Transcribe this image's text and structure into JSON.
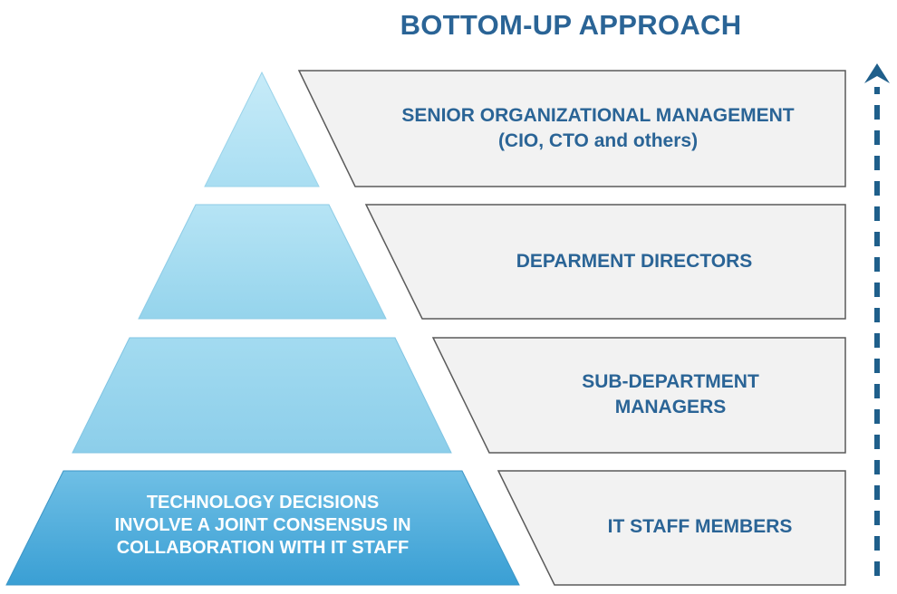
{
  "title": "BOTTOM-UP APPROACH",
  "levels": [
    {
      "lines": [
        "SENIOR ORGANIZATIONAL MANAGEMENT",
        "(CIO, CTO and others)"
      ]
    },
    {
      "lines": [
        "DEPARMENT DIRECTORS"
      ]
    },
    {
      "lines": [
        "SUB-DEPARTMENT",
        "MANAGERS"
      ]
    },
    {
      "lines": [
        "IT STAFF MEMBERS"
      ]
    }
  ],
  "base_note": {
    "lines": [
      "TECHNOLOGY DECISIONS",
      "INVOLVE A JOINT CONSENSUS IN",
      "COLLABORATION WITH IT STAFF"
    ]
  },
  "arrow": {
    "direction": "up",
    "style": "dashed"
  },
  "colors": {
    "title": "#2a6496",
    "label_text": "#2a6496",
    "band_fill": "#f2f2f2",
    "band_stroke": "#5a5a5a",
    "tier_top": "#ade0f2",
    "tier_upper": "#9cd8ee",
    "tier_middle": "#8fd0ea",
    "tier_base": "#45a8d8",
    "arrow": "#1f5f8b",
    "base_note_text": "#ffffff"
  }
}
